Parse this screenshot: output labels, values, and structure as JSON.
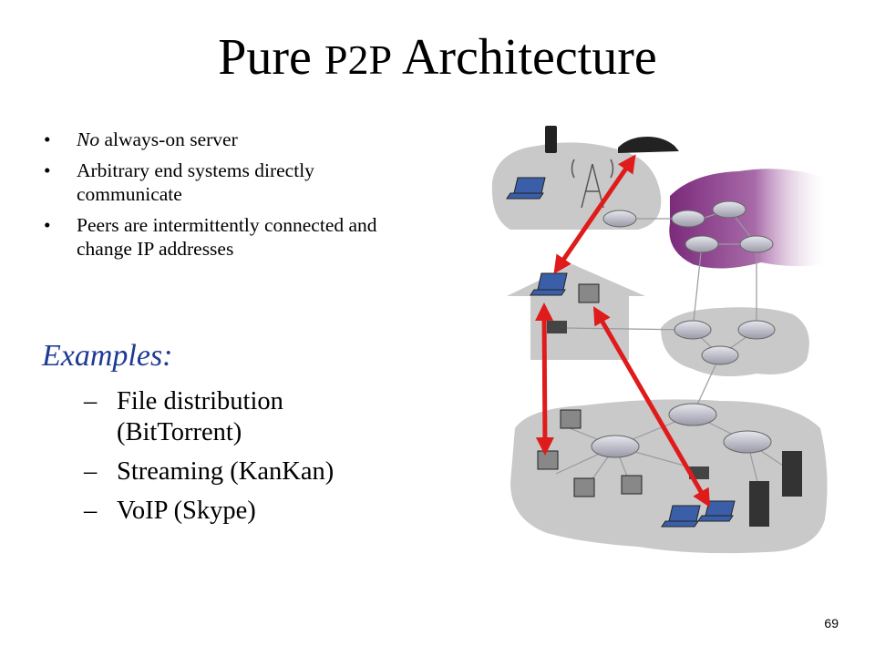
{
  "slide": {
    "title_part1": "Pure ",
    "title_part2": "P2P",
    "title_part3": " Architecture",
    "bullet_marker": "•",
    "bullets": [
      {
        "em": "No",
        "text": " always-on server"
      },
      {
        "em": "",
        "text": "Arbitrary end systems directly communicate"
      },
      {
        "em": "",
        "text": "Peers are intermittently connected and change IP addresses"
      }
    ],
    "examples_heading": "Examples:",
    "dash_marker": "–",
    "examples": [
      "File distribution (BitTorrent)",
      "Streaming (KanKan)",
      "VoIP (Skype)"
    ],
    "page_number": "69"
  },
  "colors": {
    "text": "#000000",
    "examples_heading": "#1f3a93",
    "network_cloud": "#c9c9c9",
    "isp_purple": "#7a2a7a",
    "router_fill": "#cfcfd8",
    "arrow": "#e01b1b"
  },
  "icons": [
    "smartphone-icon",
    "car-icon",
    "cell-tower-icon",
    "laptop-icon",
    "desktop-icon",
    "router-icon",
    "server-icon",
    "home-icon",
    "wireless-access-point-icon"
  ]
}
